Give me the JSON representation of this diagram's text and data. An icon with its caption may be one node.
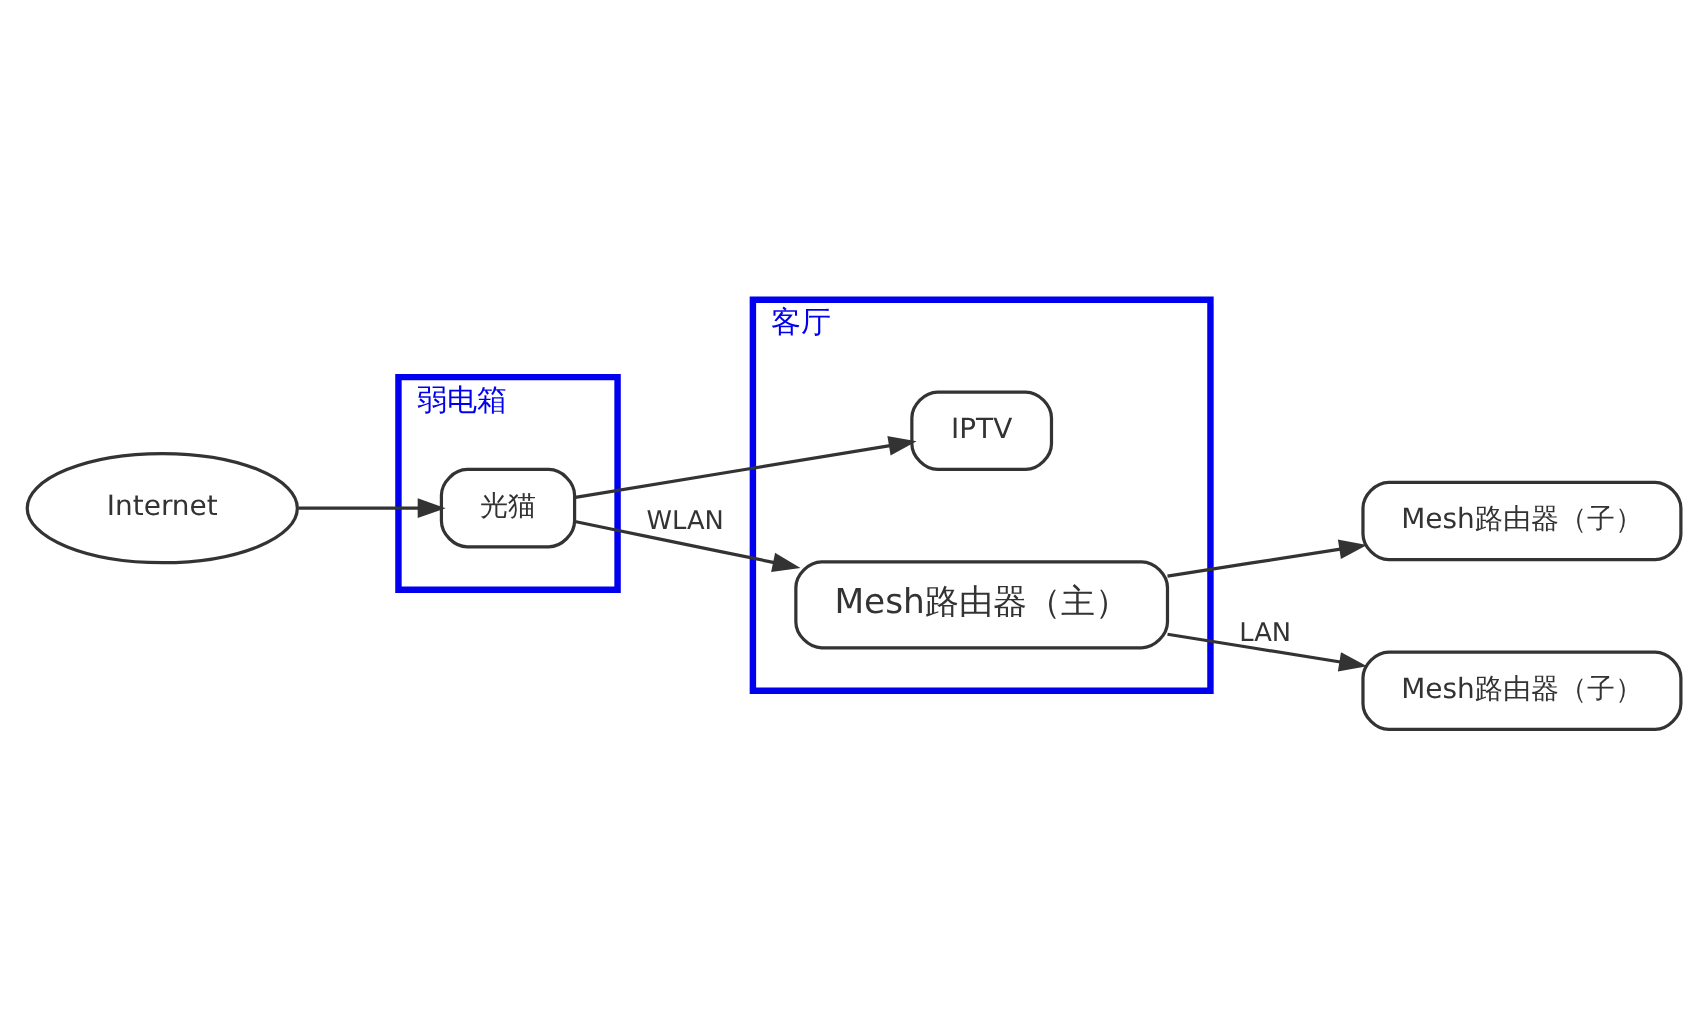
{
  "diagram": {
    "nodes": [
      {
        "text": [
          "Internet"
        ]
      },
      {
        "text": [
          "弱电箱"
        ]
      },
      {
        "text": [
          "光猫"
        ],
        "in": 1
      },
      {
        "text": [
          "Mesh路由器（子）"
        ]
      },
      {
        "text": [
          "Mesh路由器（子）"
        ]
      },
      {
        "text": [
          "客厅"
        ]
      },
      {
        "text": [
          "IPTV"
        ],
        "in": 5
      },
      {
        "text": [
          "Mesh路由器（主）"
        ],
        "in": 5
      }
    ],
    "edges": [
      {
        "from": 0,
        "to": 2,
        "arrow": "to"
      },
      {
        "from": 2,
        "to": 6,
        "arrow": "to"
      },
      {
        "from": 2,
        "to": 7,
        "label": "WLAN",
        "arrow": "to"
      },
      {
        "from": 7,
        "to": 3,
        "arrow": "to"
      },
      {
        "from": 7,
        "to": 4,
        "label": "LAN",
        "arrow": "to"
      }
    ]
  }
}
